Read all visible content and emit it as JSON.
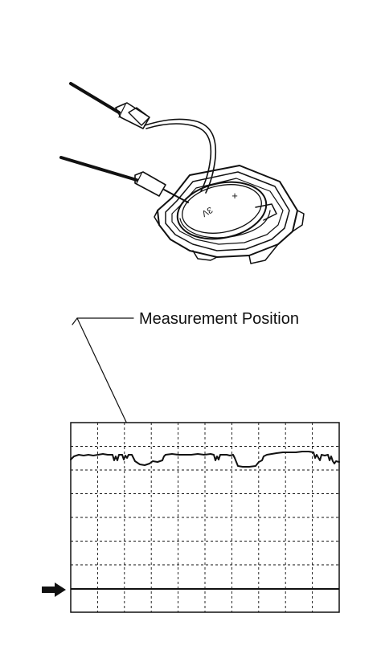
{
  "callout": {
    "label": "Measurement Position"
  },
  "battery": {
    "plus_mark": "+",
    "voltage_mark": "3V"
  },
  "scope": {
    "horizontal_divisions": 10,
    "vertical_divisions": 8,
    "ground_marker": "arrow-right-icon"
  }
}
